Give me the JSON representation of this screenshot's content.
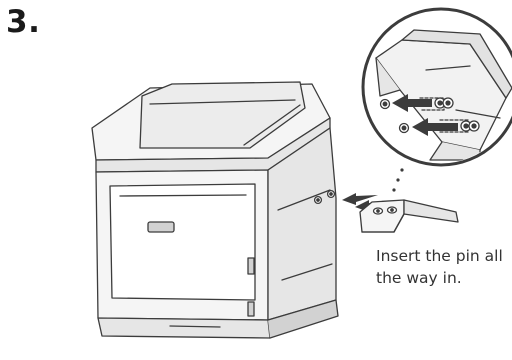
{
  "step": {
    "number": "3."
  },
  "caption": {
    "line1": "Insert the pin all",
    "line2": "the way in."
  },
  "colors": {
    "outline": "#3c3c3c",
    "fill_light": "#f5f5f5",
    "fill_mid": "#e6e6e6",
    "fill_dark": "#d2d2d2",
    "text": "#1a1a1a"
  },
  "icons": {
    "insert_arrow": "arrow-left-icon",
    "pin": "pin-icon"
  }
}
